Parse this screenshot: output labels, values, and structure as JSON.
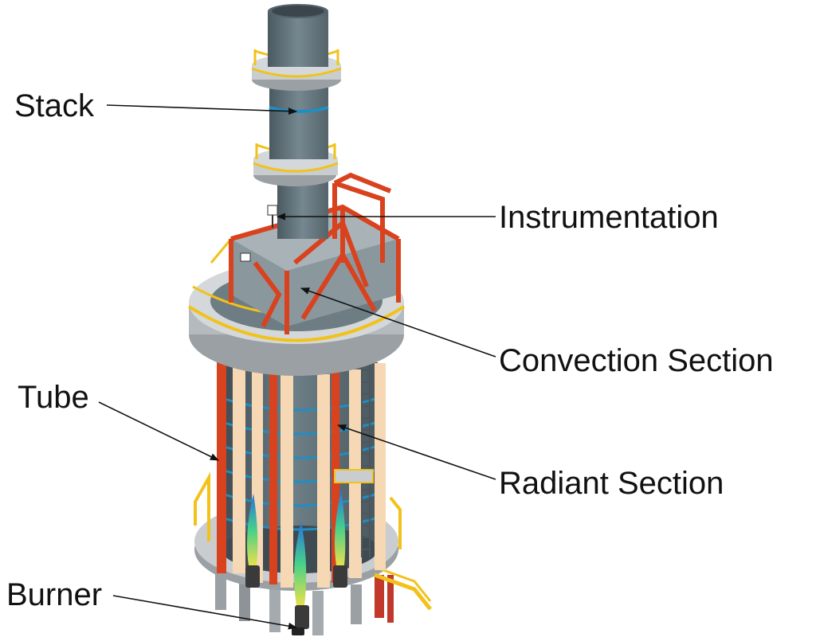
{
  "labels": {
    "stack": "Stack",
    "instrumentation": "Instrumentation",
    "convection": "Convection Section",
    "tube": "Tube",
    "radiant": "Radiant Section",
    "burner": "Burner"
  },
  "colors": {
    "shell": "#5f7078",
    "shell_dark": "#3f4b52",
    "shell_light": "#7e9098",
    "band": "#1e8fc4",
    "platform": "#c9cdcf",
    "platform_dark": "#9aa0a3",
    "railing": "#f2c21a",
    "steel": "#d9421e",
    "tube_cream": "#f6d8b4",
    "flame_green": "#45d08a",
    "flame_blue": "#2a6fe0"
  },
  "icons": {
    "arrow": "arrowhead"
  }
}
